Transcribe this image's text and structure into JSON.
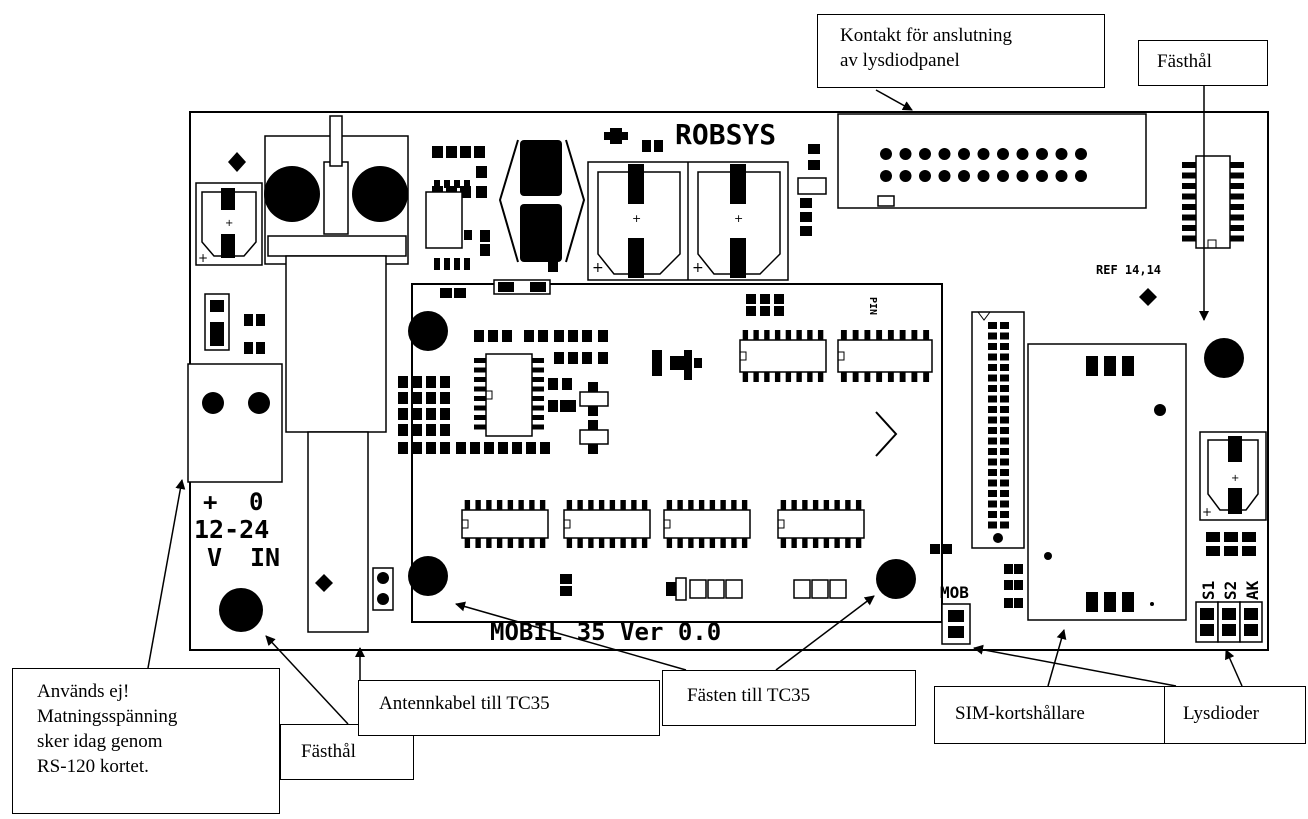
{
  "board": {
    "brand": "ROBSYS",
    "model": "MOBIL 35 Ver 0.0",
    "ref": "REF 14,14",
    "pin": "PIN",
    "power_plus": "+",
    "power_zero": "0",
    "voltage_range": "12-24",
    "voltage_unit": "V",
    "voltage_in": "IN",
    "mob": "MOB",
    "led_s1": "S1",
    "led_s2": "S2",
    "led_ak": "AK"
  },
  "callouts": {
    "connector": {
      "line1": "Kontakt för anslutning",
      "line2": "av lysdiodpanel"
    },
    "mount_hole_top": "Fästhål",
    "unused": {
      "line1": "Används ej!",
      "line2": "Matningsspänning",
      "line3": "sker idag genom",
      "line4": "RS-120 kortet."
    },
    "mount_hole_bottom": "Fästhål",
    "antenna_cable": "Antennkabel till TC35",
    "tc35_mounts": "Fästen till TC35",
    "sim_holder": "SIM-kortshållare",
    "leds": "Lysdioder"
  },
  "colors": {
    "ink": "#000000",
    "paper": "#ffffff"
  }
}
